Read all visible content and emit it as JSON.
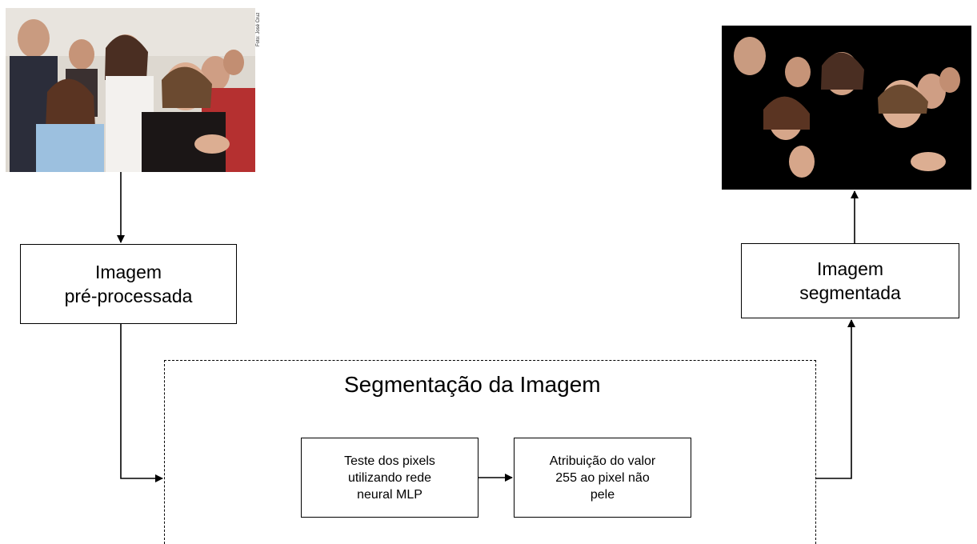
{
  "input_photo": {
    "credit": "Foto: José Cruz"
  },
  "boxes": {
    "preprocessed": [
      "Imagem",
      "pré-processada"
    ],
    "segmented": [
      "Imagem",
      "segmentada"
    ]
  },
  "segmentation_group": {
    "title": "Segmentação da Imagem",
    "step1": [
      "Teste dos pixels",
      "utilizando rede",
      "neural MLP"
    ],
    "step2": [
      "Atribuição do valor",
      "255 ao pixel não",
      "pele"
    ]
  },
  "colors": {
    "stroke": "#000000",
    "segmented_background": "#000000"
  }
}
